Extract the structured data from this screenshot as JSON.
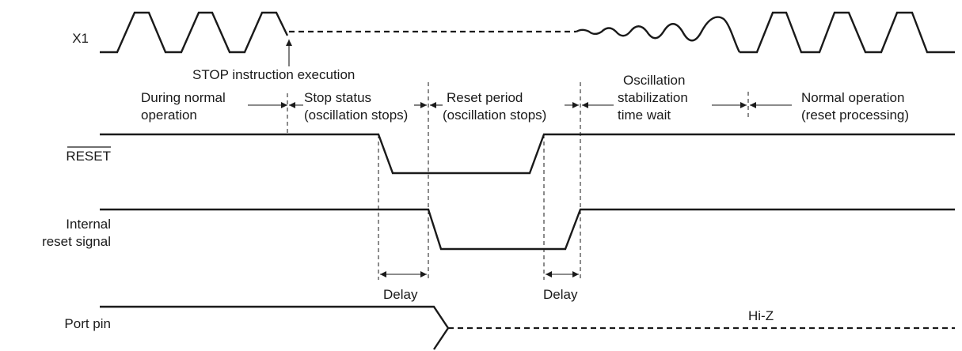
{
  "signals": {
    "x1": "X1",
    "reset": "RESET",
    "internal_line1": "Internal",
    "internal_line2": "reset signal",
    "port_pin": "Port pin"
  },
  "annotations": {
    "stop_instruction": "STOP instruction execution",
    "normal_line1": "During normal",
    "normal_line2": "operation",
    "stop_status_line1": "Stop status",
    "stop_status_line2": "(oscillation stops)",
    "reset_period_line1": "Reset period",
    "reset_period_line2": "(oscillation stops)",
    "osc_line1": "Oscillation",
    "osc_line2": "stabilization",
    "osc_line3": "time wait",
    "normal_op_line1": "Normal operation",
    "normal_op_line2": "(reset processing)",
    "delay_1": "Delay",
    "delay_2": "Delay",
    "hiz": "Hi-Z"
  }
}
